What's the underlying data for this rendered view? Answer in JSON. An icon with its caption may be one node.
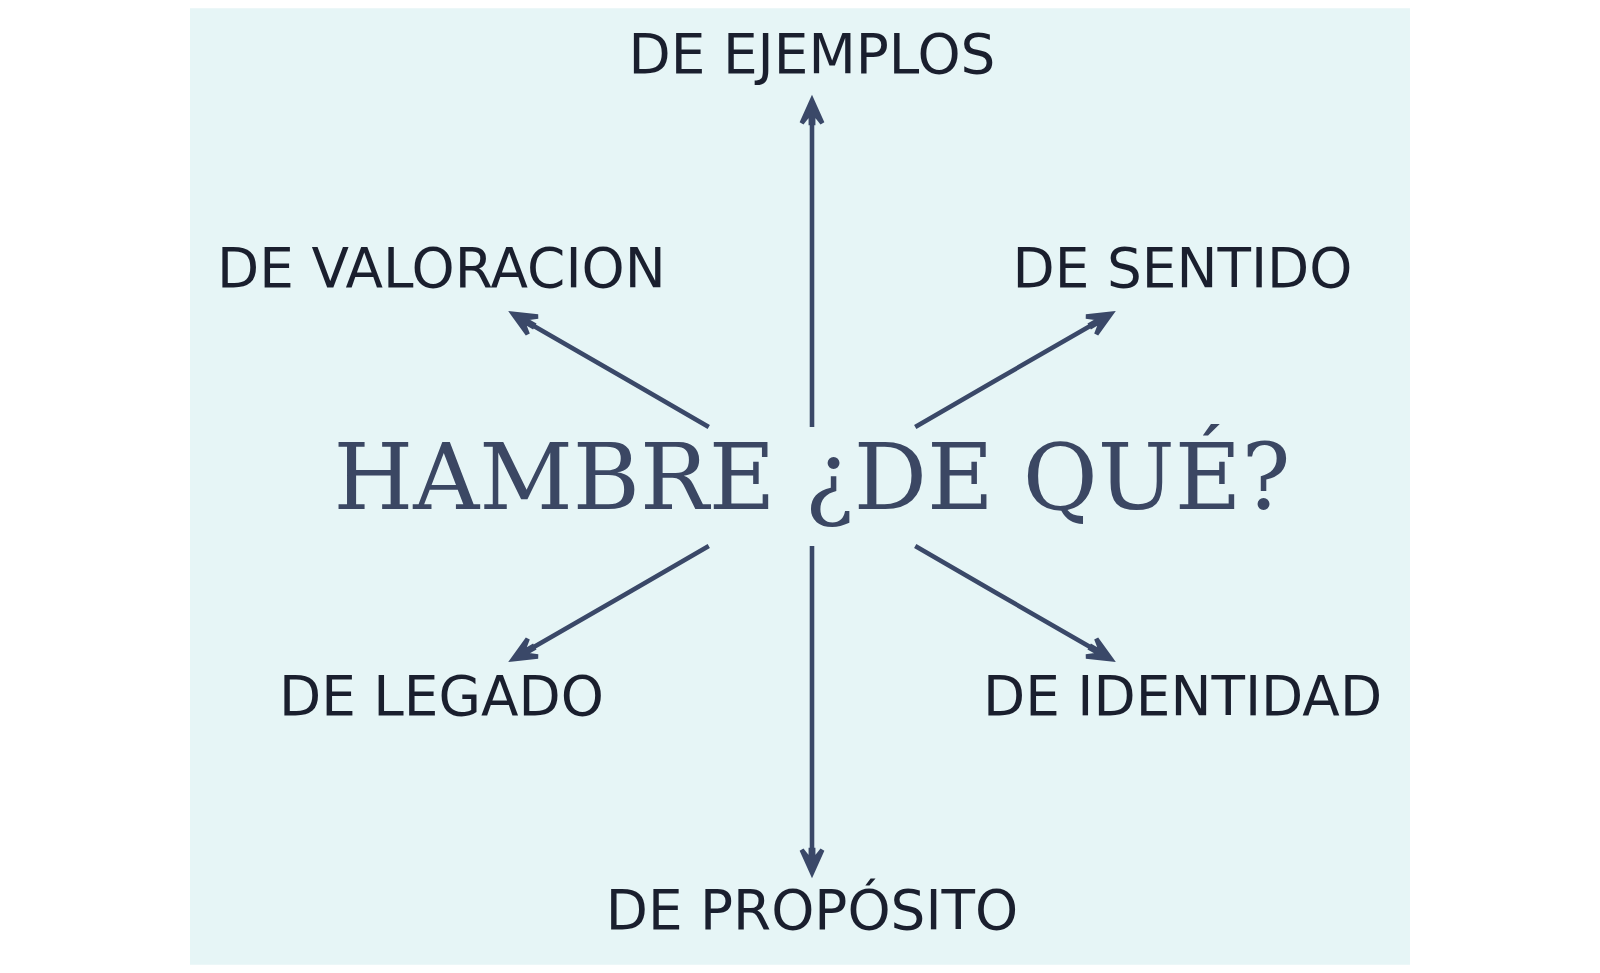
{
  "diagram": {
    "nodes": [
      {
        "text": [
          "HAMBRE ¿DE QUÉ?"
        ]
      },
      {
        "text": [
          "DE SENTIDO"
        ]
      },
      {
        "text": [
          "DE EJEMPLOS"
        ]
      },
      {
        "text": [
          "DE VALORACION"
        ]
      },
      {
        "text": [
          "DE LEGADO"
        ]
      },
      {
        "text": [
          "DE PROPÓSITO"
        ]
      },
      {
        "text": [
          "DE IDENTIDAD"
        ]
      }
    ],
    "edges": [
      {
        "from": 0,
        "to": 1,
        "arrow": "to"
      },
      {
        "from": 0,
        "to": 2,
        "arrow": "to"
      },
      {
        "from": 0,
        "to": 3,
        "arrow": "to"
      },
      {
        "from": 0,
        "to": 4,
        "arrow": "to"
      },
      {
        "from": 0,
        "to": 5,
        "arrow": "to"
      },
      {
        "from": 0,
        "to": 6,
        "arrow": "to"
      }
    ]
  }
}
